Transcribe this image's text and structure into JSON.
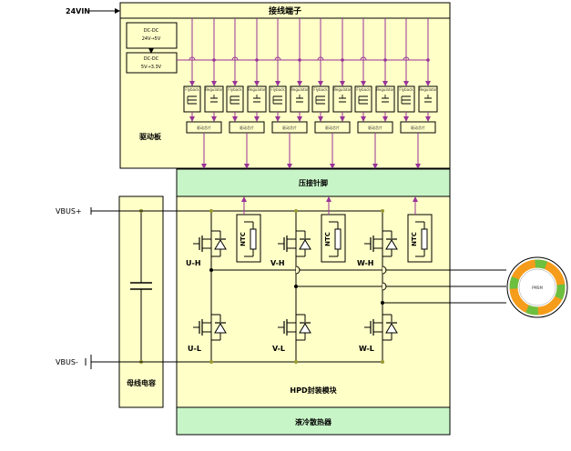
{
  "inputs": {
    "vin": "24VIN",
    "vbus_plus": "VBUS+",
    "vbus_minus": "VBUS-"
  },
  "blocks": {
    "terminal": "接线端子",
    "driver_board": "驱动板",
    "press_pins": "压接针脚",
    "module": "HPD封装模块",
    "heatsink": "液冷散热器",
    "capacitor": "母线电容"
  },
  "dcdc": {
    "first_title": "DC-DC",
    "first_range": "24V→5V",
    "second_title": "DC-DC",
    "second_range": "5V→3.3V"
  },
  "channel_labels": {
    "isolator": "Flyback",
    "regulator": "Regulator",
    "driver": "驱动芯片"
  },
  "switches": {
    "high": [
      "U-H",
      "V-H",
      "W-H"
    ],
    "low": [
      "U-L",
      "V-L",
      "W-L"
    ]
  },
  "ntc_label": "NTC",
  "motor": {
    "label": "PMSM"
  },
  "colors": {
    "board_fill": "#ffffc8",
    "pin_fill": "#c8f5c8",
    "signal_line": "#993399",
    "motor_orange": "#f59c1a",
    "motor_green": "#6cbf3f"
  }
}
